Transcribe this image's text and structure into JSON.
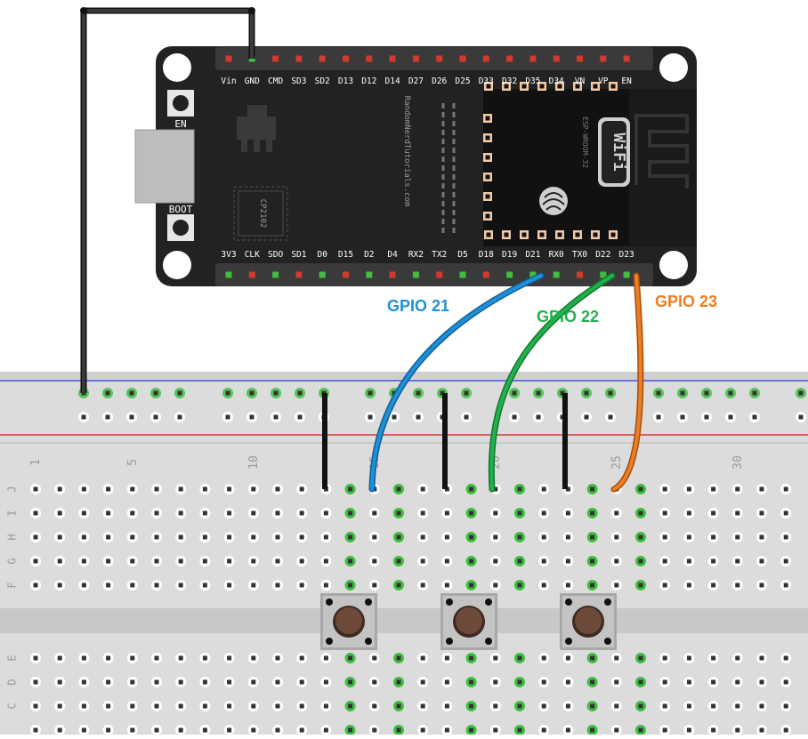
{
  "board": {
    "top_pins": [
      "Vin",
      "GND",
      "CMD",
      "SD3",
      "SD2",
      "D13",
      "D12",
      "D14",
      "D27",
      "D26",
      "D25",
      "D33",
      "D32",
      "D35",
      "D34",
      "VN",
      "VP",
      "EN"
    ],
    "bottom_pins": [
      "3V3",
      "CLK",
      "SDO",
      "SD1",
      "D0",
      "D15",
      "D2",
      "D4",
      "RX2",
      "TX2",
      "D5",
      "D18",
      "D19",
      "D21",
      "RX0",
      "TX0",
      "D22",
      "D23"
    ],
    "button_en": "EN",
    "button_boot": "BOOT",
    "usb_chip": "CP2102",
    "brand_text": "RandomNerdTutorials.com",
    "module_text": "ESP-WROOM-32",
    "wifi_logo": "WiFi"
  },
  "wires": [
    {
      "label": "GPIO 21",
      "color": "#1f8fd6"
    },
    {
      "label": "GPIO 22",
      "color": "#22b14c"
    },
    {
      "label": "GPIO 23",
      "color": "#ef7d22"
    }
  ],
  "breadboard": {
    "column_numbers": [
      "1",
      "5",
      "10",
      "15",
      "20",
      "25",
      "30"
    ],
    "row_letters_top": [
      "J",
      "I",
      "H",
      "G",
      "F"
    ],
    "row_letters_bottom": [
      "E",
      "D",
      "C"
    ]
  },
  "colors": {
    "board": "#222222",
    "breadboard": "#dcdcdc",
    "rail_blue": "#3a4fd6",
    "rail_red": "#d33a3a",
    "active_hole": "#3fbf3f",
    "button_cap": "#6e4a3a"
  }
}
